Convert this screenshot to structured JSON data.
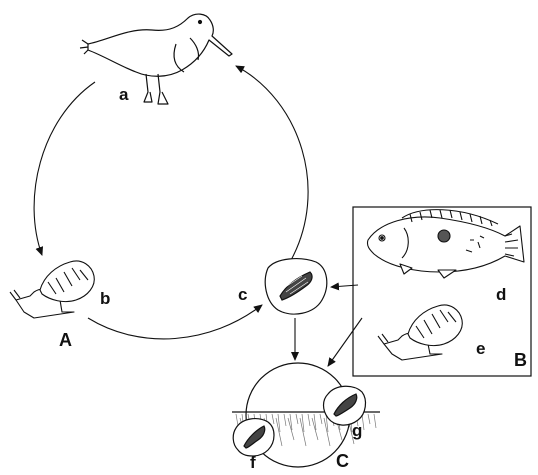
{
  "labels": {
    "a": "a",
    "b": "b",
    "c": "c",
    "d": "d",
    "e": "e",
    "f": "f",
    "g": "g",
    "A": "A",
    "B": "B",
    "C": "C"
  },
  "icons": [
    "bird-icon",
    "snail-icon",
    "cyst-icon",
    "fish-icon",
    "snail-icon",
    "cyst-icon",
    "cyst-icon"
  ],
  "colors": {
    "ink": "#111111",
    "background": "#ffffff"
  }
}
